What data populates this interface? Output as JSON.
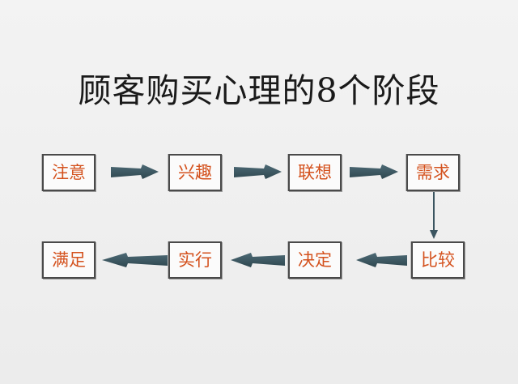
{
  "title": "顾客购买心理的8个阶段",
  "stages": [
    {
      "label": "注意"
    },
    {
      "label": "兴趣"
    },
    {
      "label": "联想"
    },
    {
      "label": "需求"
    },
    {
      "label": "比较"
    },
    {
      "label": "决定"
    },
    {
      "label": "实行"
    },
    {
      "label": "满足"
    }
  ],
  "colors": {
    "background": "#f0f0f0",
    "box_border": "#4a4a4a",
    "box_text": "#d4521e",
    "arrow": "#3b5560",
    "title": "#1a1a1a"
  }
}
